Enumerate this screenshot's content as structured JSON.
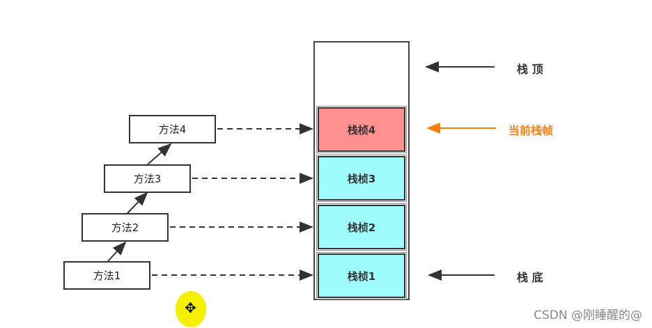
{
  "methods": [
    "方法1",
    "方法2",
    "方法3",
    "方法4"
  ],
  "frames": [
    "栈桢1",
    "栈桢2",
    "栈桢3",
    "栈桢4"
  ],
  "labels": {
    "top": "栈 顶",
    "current": "当前栈帧",
    "bottom": "栈 底"
  },
  "colors": {
    "current_frame": "#ff9090",
    "frame": "#9efcfc",
    "accent": "#ff7f0e"
  },
  "watermark": "CSDN @刚睡醒的@"
}
